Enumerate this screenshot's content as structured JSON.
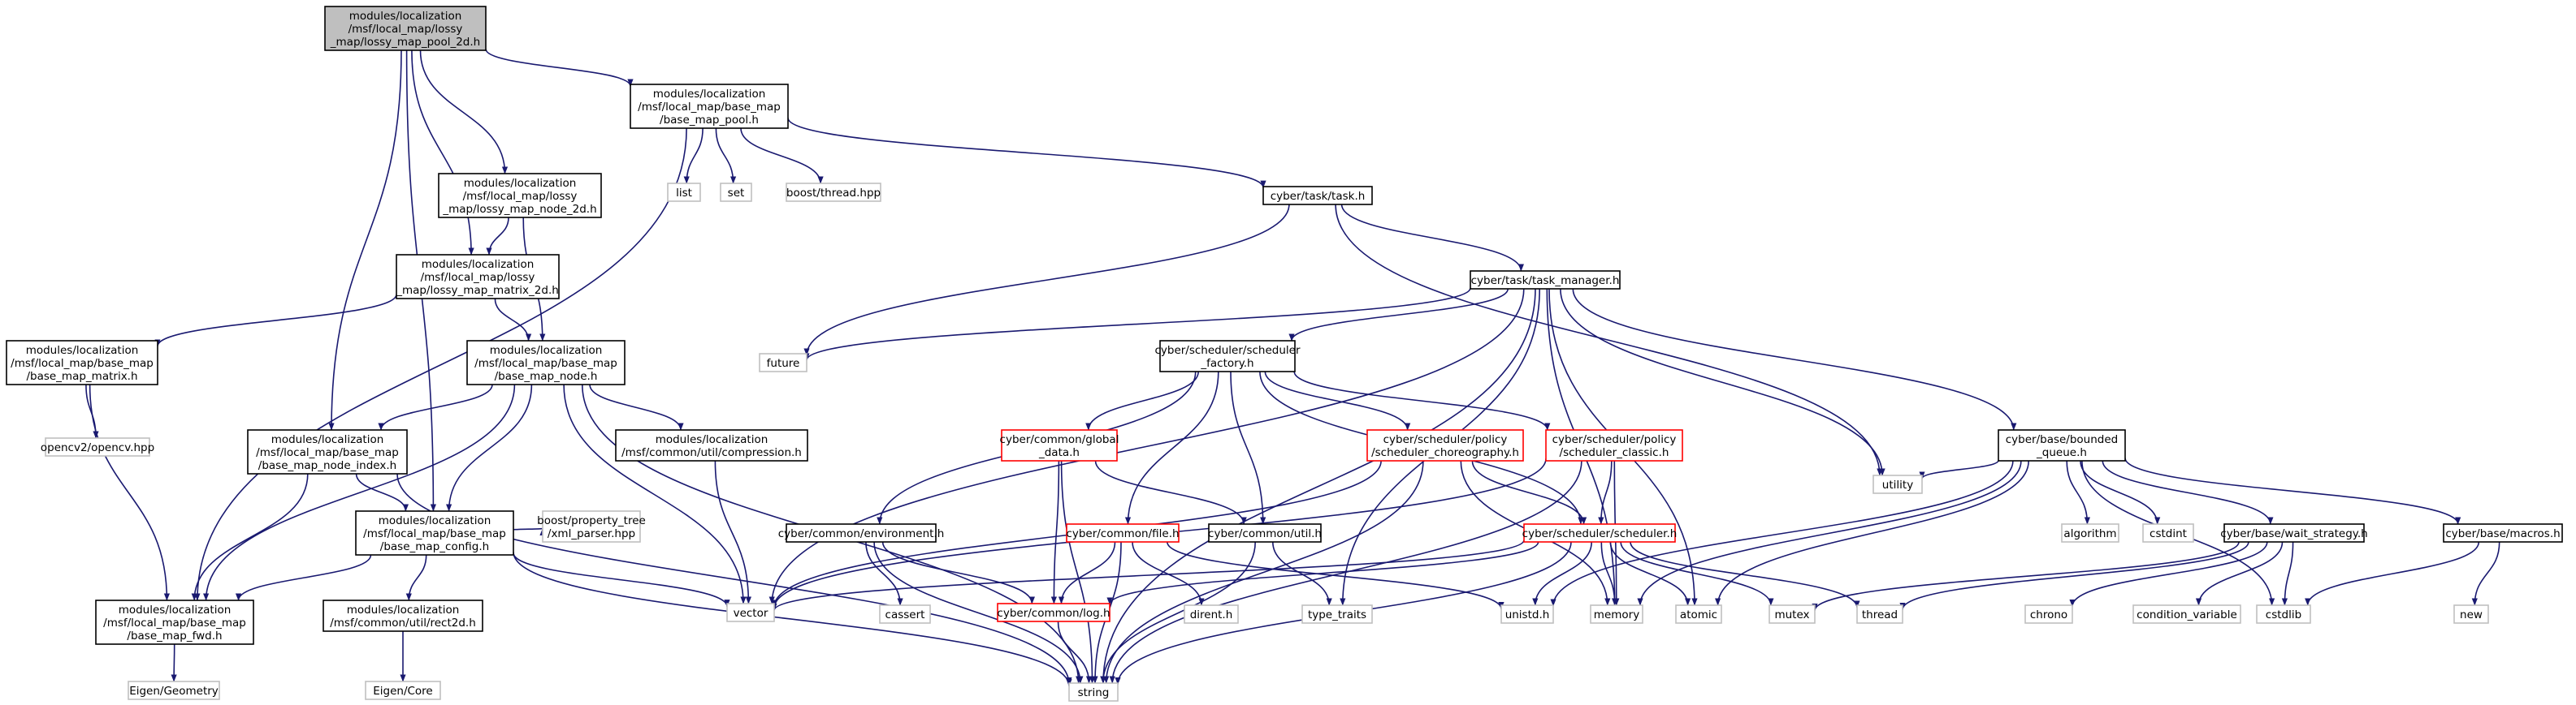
{
  "colors": {
    "edge": "#191970",
    "node_border_black": "#000000",
    "node_border_red": "#ff0000",
    "node_border_gray": "#bfbfbf",
    "root_fill": "#bfbfbf",
    "node_fill": "#ffffff"
  },
  "nodes": [
    {
      "id": "n_root",
      "label": "modules/localization\n/msf/local_map/lossy\n_map/lossy_map_pool_2d.h",
      "style": "root"
    },
    {
      "id": "n_bmpool",
      "label": "modules/localization\n/msf/local_map/base_map\n/base_map_pool.h",
      "style": "black"
    },
    {
      "id": "n_lmnode",
      "label": "modules/localization\n/msf/local_map/lossy\n_map/lossy_map_node_2d.h",
      "style": "black"
    },
    {
      "id": "n_lmmatrix",
      "label": "modules/localization\n/msf/local_map/lossy\n_map/lossy_map_matrix_2d.h",
      "style": "black"
    },
    {
      "id": "n_bmmatrix",
      "label": "modules/localization\n/msf/local_map/base_map\n/base_map_matrix.h",
      "style": "black"
    },
    {
      "id": "n_bmnode",
      "label": "modules/localization\n/msf/local_map/base_map\n/base_map_node.h",
      "style": "black"
    },
    {
      "id": "n_bmnodeidx",
      "label": "modules/localization\n/msf/local_map/base_map\n/base_map_node_index.h",
      "style": "black"
    },
    {
      "id": "n_bmconfig",
      "label": "modules/localization\n/msf/local_map/base_map\n/base_map_config.h",
      "style": "black"
    },
    {
      "id": "n_bmfwd",
      "label": "modules/localization\n/msf/local_map/base_map\n/base_map_fwd.h",
      "style": "black"
    },
    {
      "id": "n_compression",
      "label": "modules/localization\n/msf/common/util/compression.h",
      "style": "black"
    },
    {
      "id": "n_rect2d",
      "label": "modules/localization\n/msf/common/util/rect2d.h",
      "style": "black"
    },
    {
      "id": "n_eigengeo",
      "label": "Eigen/Geometry",
      "style": "gray"
    },
    {
      "id": "n_eigencore",
      "label": "Eigen/Core",
      "style": "gray"
    },
    {
      "id": "n_opencv",
      "label": "opencv2/opencv.hpp",
      "style": "gray"
    },
    {
      "id": "n_boostpt",
      "label": "boost/property_tree\n/xml_parser.hpp",
      "style": "gray"
    },
    {
      "id": "n_list",
      "label": "list",
      "style": "gray"
    },
    {
      "id": "n_set",
      "label": "set",
      "style": "gray"
    },
    {
      "id": "n_boostthread",
      "label": "boost/thread.hpp",
      "style": "gray"
    },
    {
      "id": "n_task",
      "label": "cyber/task/task.h",
      "style": "black"
    },
    {
      "id": "n_taskmgr",
      "label": "cyber/task/task_manager.h",
      "style": "black"
    },
    {
      "id": "n_future",
      "label": "future",
      "style": "gray"
    },
    {
      "id": "n_schedfactory",
      "label": "cyber/scheduler/scheduler\n_factory.h",
      "style": "black"
    },
    {
      "id": "n_globaldata",
      "label": "cyber/common/global\n_data.h",
      "style": "red"
    },
    {
      "id": "n_choreo",
      "label": "cyber/scheduler/policy\n/scheduler_choreography.h",
      "style": "red"
    },
    {
      "id": "n_classic",
      "label": "cyber/scheduler/policy\n/scheduler_classic.h",
      "style": "red"
    },
    {
      "id": "n_boundedq",
      "label": "cyber/base/bounded\n_queue.h",
      "style": "black"
    },
    {
      "id": "n_utility",
      "label": "utility",
      "style": "gray"
    },
    {
      "id": "n_algorithm",
      "label": "algorithm",
      "style": "gray"
    },
    {
      "id": "n_cstdint",
      "label": "cstdint",
      "style": "gray"
    },
    {
      "id": "n_waitstrat",
      "label": "cyber/base/wait_strategy.h",
      "style": "black"
    },
    {
      "id": "n_macros",
      "label": "cyber/base/macros.h",
      "style": "black"
    },
    {
      "id": "n_env",
      "label": "cyber/common/environment.h",
      "style": "black"
    },
    {
      "id": "n_file",
      "label": "cyber/common/file.h",
      "style": "red"
    },
    {
      "id": "n_util",
      "label": "cyber/common/util.h",
      "style": "black"
    },
    {
      "id": "n_scheduler",
      "label": "cyber/scheduler/scheduler.h",
      "style": "red"
    },
    {
      "id": "n_vector",
      "label": "vector",
      "style": "gray"
    },
    {
      "id": "n_cassert",
      "label": "cassert",
      "style": "gray"
    },
    {
      "id": "n_log",
      "label": "cyber/common/log.h",
      "style": "red"
    },
    {
      "id": "n_dirent",
      "label": "dirent.h",
      "style": "gray"
    },
    {
      "id": "n_typetraits",
      "label": "type_traits",
      "style": "gray"
    },
    {
      "id": "n_unistd",
      "label": "unistd.h",
      "style": "gray"
    },
    {
      "id": "n_memory",
      "label": "memory",
      "style": "gray"
    },
    {
      "id": "n_atomic",
      "label": "atomic",
      "style": "gray"
    },
    {
      "id": "n_mutex",
      "label": "mutex",
      "style": "gray"
    },
    {
      "id": "n_thread",
      "label": "thread",
      "style": "gray"
    },
    {
      "id": "n_chrono",
      "label": "chrono",
      "style": "gray"
    },
    {
      "id": "n_condvar",
      "label": "condition_variable",
      "style": "gray"
    },
    {
      "id": "n_cstdlib",
      "label": "cstdlib",
      "style": "gray"
    },
    {
      "id": "n_new",
      "label": "new",
      "style": "gray"
    },
    {
      "id": "n_string",
      "label": "string",
      "style": "gray"
    }
  ],
  "edges": [
    [
      "n_root",
      "n_bmpool"
    ],
    [
      "n_root",
      "n_lmnode"
    ],
    [
      "n_root",
      "n_lmmatrix"
    ],
    [
      "n_root",
      "n_bmnodeidx"
    ],
    [
      "n_root",
      "n_bmconfig"
    ],
    [
      "n_bmpool",
      "n_list"
    ],
    [
      "n_bmpool",
      "n_set"
    ],
    [
      "n_bmpool",
      "n_boostthread"
    ],
    [
      "n_bmpool",
      "n_task"
    ],
    [
      "n_bmpool",
      "n_bmfwd"
    ],
    [
      "n_lmnode",
      "n_lmmatrix"
    ],
    [
      "n_lmnode",
      "n_bmnode"
    ],
    [
      "n_lmmatrix",
      "n_bmmatrix"
    ],
    [
      "n_lmmatrix",
      "n_bmnode"
    ],
    [
      "n_bmmatrix",
      "n_opencv"
    ],
    [
      "n_bmmatrix",
      "n_bmfwd"
    ],
    [
      "n_bmnode",
      "n_bmnodeidx"
    ],
    [
      "n_bmnode",
      "n_bmconfig"
    ],
    [
      "n_bmnode",
      "n_bmfwd"
    ],
    [
      "n_bmnode",
      "n_compression"
    ],
    [
      "n_bmnode",
      "n_vector"
    ],
    [
      "n_bmnode",
      "n_string"
    ],
    [
      "n_bmnodeidx",
      "n_bmconfig"
    ],
    [
      "n_bmnodeidx",
      "n_bmfwd"
    ],
    [
      "n_bmnodeidx",
      "n_string"
    ],
    [
      "n_bmconfig",
      "n_bmfwd"
    ],
    [
      "n_bmconfig",
      "n_rect2d"
    ],
    [
      "n_bmconfig",
      "n_boostpt"
    ],
    [
      "n_bmconfig",
      "n_vector"
    ],
    [
      "n_bmconfig",
      "n_string"
    ],
    [
      "n_bmfwd",
      "n_eigengeo"
    ],
    [
      "n_rect2d",
      "n_eigencore"
    ],
    [
      "n_compression",
      "n_vector"
    ],
    [
      "n_task",
      "n_taskmgr"
    ],
    [
      "n_task",
      "n_future"
    ],
    [
      "n_task",
      "n_utility"
    ],
    [
      "n_taskmgr",
      "n_future"
    ],
    [
      "n_taskmgr",
      "n_schedfactory"
    ],
    [
      "n_taskmgr",
      "n_boundedq"
    ],
    [
      "n_taskmgr",
      "n_utility"
    ],
    [
      "n_taskmgr",
      "n_vector"
    ],
    [
      "n_taskmgr",
      "n_typetraits"
    ],
    [
      "n_taskmgr",
      "n_memory"
    ],
    [
      "n_taskmgr",
      "n_atomic"
    ],
    [
      "n_taskmgr",
      "n_string"
    ],
    [
      "n_schedfactory",
      "n_globaldata"
    ],
    [
      "n_schedfactory",
      "n_file"
    ],
    [
      "n_schedfactory",
      "n_util"
    ],
    [
      "n_schedfactory",
      "n_env"
    ],
    [
      "n_schedfactory",
      "n_choreo"
    ],
    [
      "n_schedfactory",
      "n_classic"
    ],
    [
      "n_schedfactory",
      "n_scheduler"
    ],
    [
      "n_globaldata",
      "n_util"
    ],
    [
      "n_globaldata",
      "n_log"
    ],
    [
      "n_globaldata",
      "n_string"
    ],
    [
      "n_choreo",
      "n_scheduler"
    ],
    [
      "n_choreo",
      "n_vector"
    ],
    [
      "n_choreo",
      "n_memory"
    ],
    [
      "n_choreo",
      "n_string"
    ],
    [
      "n_classic",
      "n_scheduler"
    ],
    [
      "n_classic",
      "n_vector"
    ],
    [
      "n_classic",
      "n_memory"
    ],
    [
      "n_classic",
      "n_string"
    ],
    [
      "n_env",
      "n_cassert"
    ],
    [
      "n_env",
      "n_log"
    ],
    [
      "n_env",
      "n_string"
    ],
    [
      "n_file",
      "n_log"
    ],
    [
      "n_file",
      "n_dirent"
    ],
    [
      "n_file",
      "n_unistd"
    ],
    [
      "n_file",
      "n_string"
    ],
    [
      "n_util",
      "n_typetraits"
    ],
    [
      "n_util",
      "n_string"
    ],
    [
      "n_scheduler",
      "n_log"
    ],
    [
      "n_scheduler",
      "n_vector"
    ],
    [
      "n_scheduler",
      "n_unistd"
    ],
    [
      "n_scheduler",
      "n_memory"
    ],
    [
      "n_scheduler",
      "n_atomic"
    ],
    [
      "n_scheduler",
      "n_mutex"
    ],
    [
      "n_scheduler",
      "n_thread"
    ],
    [
      "n_scheduler",
      "n_string"
    ],
    [
      "n_log",
      "n_string"
    ],
    [
      "n_boundedq",
      "n_utility"
    ],
    [
      "n_boundedq",
      "n_algorithm"
    ],
    [
      "n_boundedq",
      "n_cstdint"
    ],
    [
      "n_boundedq",
      "n_waitstrat"
    ],
    [
      "n_boundedq",
      "n_macros"
    ],
    [
      "n_boundedq",
      "n_memory"
    ],
    [
      "n_boundedq",
      "n_unistd"
    ],
    [
      "n_boundedq",
      "n_atomic"
    ],
    [
      "n_boundedq",
      "n_cstdlib"
    ],
    [
      "n_waitstrat",
      "n_chrono"
    ],
    [
      "n_waitstrat",
      "n_condvar"
    ],
    [
      "n_waitstrat",
      "n_mutex"
    ],
    [
      "n_waitstrat",
      "n_thread"
    ],
    [
      "n_waitstrat",
      "n_cstdlib"
    ],
    [
      "n_macros",
      "n_cstdlib"
    ],
    [
      "n_macros",
      "n_new"
    ]
  ]
}
